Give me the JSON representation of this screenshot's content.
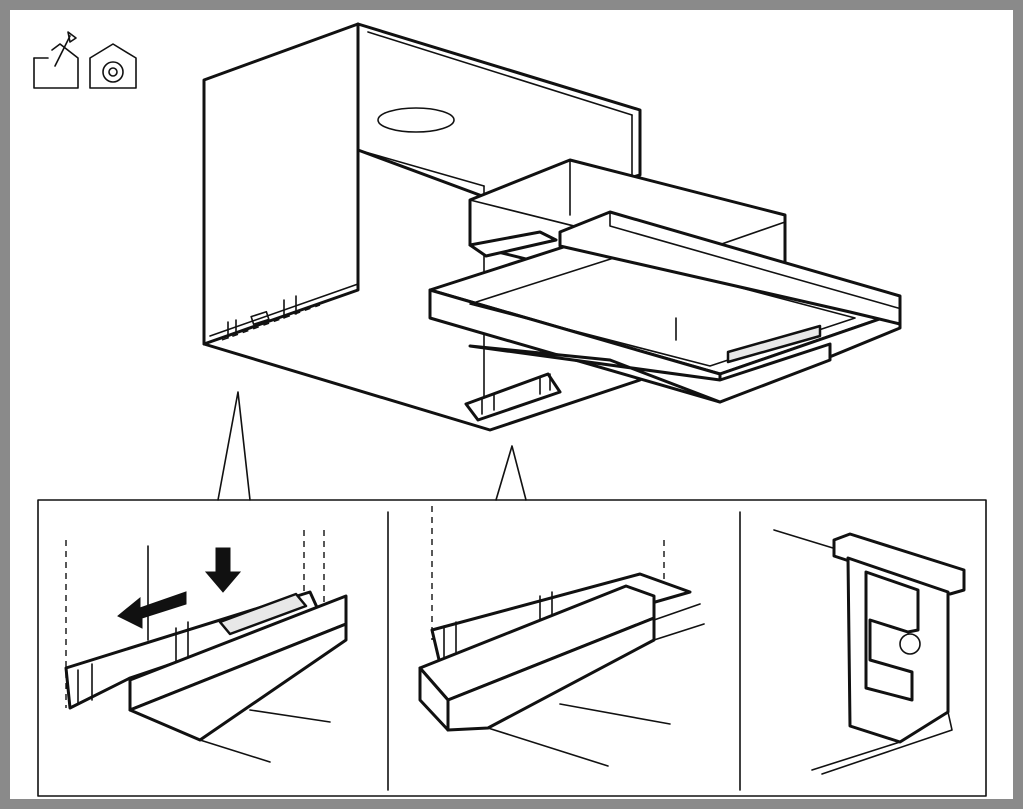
{
  "figure": {
    "icons": [
      "installation-icon",
      "wall-cabinet-icon"
    ],
    "panels": [
      "clip-hook-detail",
      "clip-mounted-detail",
      "clip-part-detail"
    ],
    "colors": {
      "frame": "#8a8a8a",
      "line": "#111111",
      "background": "#ffffff"
    }
  }
}
